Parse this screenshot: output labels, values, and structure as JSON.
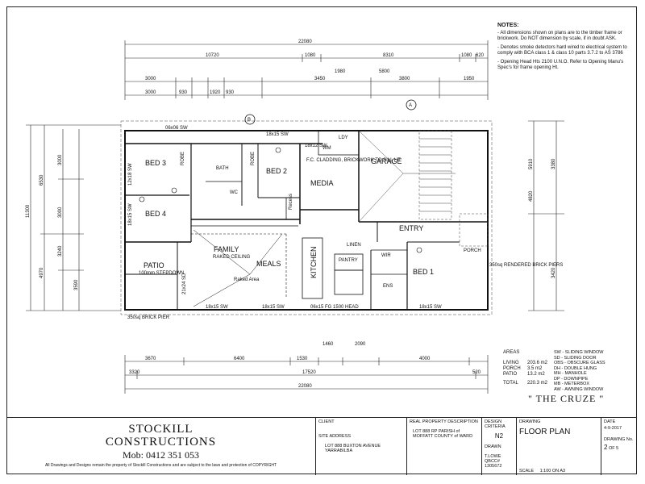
{
  "notes": {
    "heading": "NOTES:",
    "items": [
      "- All dimensions shown on plans are to the timber frame or brickwork. Do NOT dimension by scale, if in doubt ASK.",
      "- Denotes smoke detectors hard wired to electrical system to comply with BCA class 1 & class 10 parts 3.7.2 to AS 3786",
      "- Opening Head Hts 2100 U.N.O. Refer to Opening Manu's Spec's for frame opening Ht."
    ]
  },
  "areas": {
    "heading": "AREAS",
    "rows": [
      {
        "name": "LIVING",
        "value": "203.6 m2"
      },
      {
        "name": "PORCH",
        "value": "3.5 m2"
      },
      {
        "name": "PATIO",
        "value": "13.2 m2"
      },
      {
        "name": "TOTAL",
        "value": "220.3 m2"
      }
    ]
  },
  "legend": [
    "SW - SLIDING WINDOW",
    "SD - SLIDING DOOR",
    "OBS - OBSCURE GLASS",
    "DH - DOUBLE HUNG",
    "MH - MANHOLE",
    "DP - DOWNPIPE",
    "MB - METERBOX",
    "AW - AWNING WINDOW"
  ],
  "plan_title": "\" THE CRUZE \"",
  "rooms": {
    "bed3": "BED 3",
    "bed4": "BED 4",
    "bed2": "BED 2",
    "bed1": "BED 1",
    "bath": "BATH",
    "media": "MEDIA",
    "garage": "GARAGE",
    "entry": "ENTRY",
    "family": "FAMILY",
    "meals": "MEALS",
    "kitchen": "KITCHEN",
    "patio": "PATIO",
    "porch": "PORCH",
    "wir": "WIR",
    "ens": "ENS",
    "linen": "LINEN",
    "pantry": "PANTRY",
    "robe": "ROBE",
    "ldy": "LDY",
    "wc": "WC",
    "wm": "WM",
    "patio_sub": "100mm STEPDOWN",
    "family_sub": "RAKED CEILING",
    "raked": "Raked Area",
    "cladding": "F.C. CLADDING, BRICKWORK TO SILL HT",
    "brick_pier": "350sq BRICK PIER",
    "rendered": "350sq RENDERED BRICK PIERS",
    "media_sub": "Recess"
  },
  "dims": {
    "top_total": "22080",
    "bottom_total": "22080",
    "top_row1": [
      "10720",
      "1080",
      "8310",
      "1080",
      "620"
    ],
    "top_row2": [
      "3000",
      "1980",
      "5800"
    ],
    "top_row3": [
      "3000",
      "930",
      "1920",
      "930",
      "3450",
      "3800",
      "1950"
    ],
    "bottom_row1": [
      "3670",
      "6400",
      "1530",
      "1460",
      "2090",
      "4000"
    ],
    "bottom_row2": [
      "3320",
      "17520",
      "520"
    ],
    "left_total": "11300",
    "left_parts": [
      "6530",
      "4970",
      "3000",
      "3000",
      "3240",
      "3590"
    ],
    "right_parts": [
      "5910",
      "4820",
      "3380",
      "3420"
    ]
  },
  "windows": {
    "w1": "06x06 SW",
    "w2": "18x15 SW",
    "w3": "18x12 SW",
    "w4": "12x18 SW",
    "w5": "18x15 SW",
    "w6": "18x15 SW",
    "w7": "06x15 FG 1500 HEAD",
    "w8": "18x15 SW",
    "w9": "21x24 SD",
    "w10": "18x15 SW"
  },
  "markers": {
    "a": "A",
    "b": "B"
  },
  "titleblock": {
    "company1": "STOCKILL",
    "company2": "CONSTRUCTIONS",
    "mobile": "Mob: 0412 351 053",
    "copyright": "All Drawings and Designs remain the property of Stockill Constructions and are subject to the laws and protection of COPYRIGHT",
    "client_label": "CLIENT",
    "site_label": "SITE ADDRESS",
    "site_value": "LOT 888 BUXTON AVENUE YARRABILBA",
    "desc_label": "REAL PROPERTY DESCRIPTION",
    "desc_value": "LOT 888 RP PARISH of MOFFATT COUNTY of WARD",
    "design_label": "DESIGN CRITERIA",
    "design_value": "N2",
    "drawn_label": "DRAWN",
    "drawn_value": "T.LOWE QBCC# 1305672",
    "drawing_label": "DRAWING",
    "drawing_value": "FLOOR PLAN",
    "date_label": "DATE",
    "date_value": "4-9-2017",
    "drawno_label": "DRAWING No.",
    "drawno_value": "2",
    "drawno_of": "OF 5",
    "scale_label": "SCALE",
    "scale_value": "1:100 ON A3"
  }
}
